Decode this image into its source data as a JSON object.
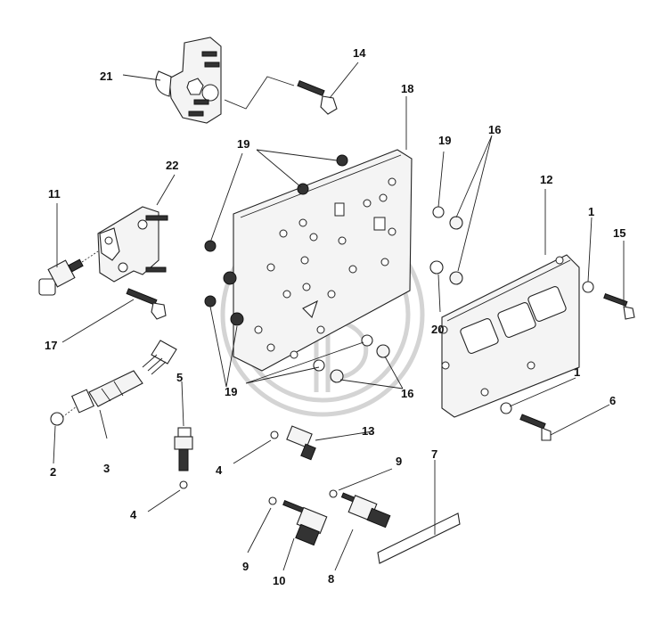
{
  "callouts": {
    "c1a": "1",
    "c1b": "1",
    "c2": "2",
    "c3": "3",
    "c4a": "4",
    "c4b": "4",
    "c5": "5",
    "c6": "6",
    "c7": "7",
    "c8": "8",
    "c9a": "9",
    "c9b": "9",
    "c10": "10",
    "c11": "11",
    "c12": "12",
    "c13": "13",
    "c14": "14",
    "c15": "15",
    "c16a": "16",
    "c16b": "16",
    "c17": "17",
    "c18": "18",
    "c19a": "19",
    "c19b": "19",
    "c19c": "19",
    "c20": "20",
    "c21": "21",
    "c22": "22"
  },
  "icons": {
    "watermark": "watermark-logo-icon"
  },
  "colors": {
    "line": "#222222",
    "watermark": "#d4d4d4"
  }
}
